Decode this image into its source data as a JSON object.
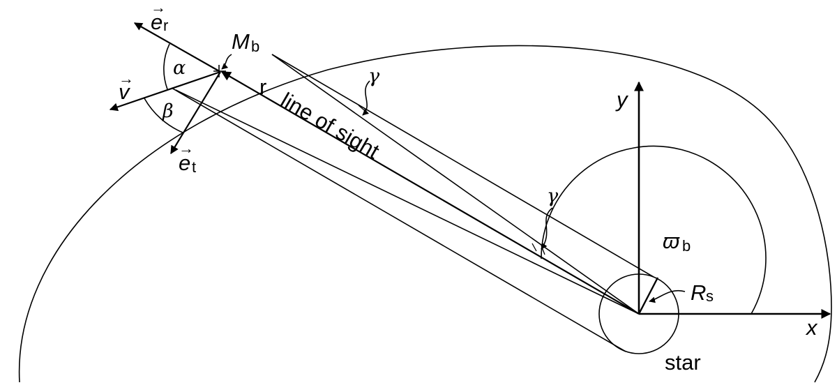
{
  "labels": {
    "e_r": "e",
    "e_r_sub": "r",
    "e_t": "e",
    "e_t_sub": "t",
    "v": "v",
    "m_b": "M",
    "m_b_sub": "b",
    "alpha": "α",
    "beta": "β",
    "r": "r",
    "line_of_sight": "line of sight",
    "gamma_top": "γ",
    "gamma_bottom": "γ",
    "y": "y",
    "x": "x",
    "varpi_b": "ϖ",
    "varpi_b_sub": "b",
    "r_s": "R",
    "r_s_sub": "s",
    "star": "star"
  },
  "arrow_glyph": "→"
}
